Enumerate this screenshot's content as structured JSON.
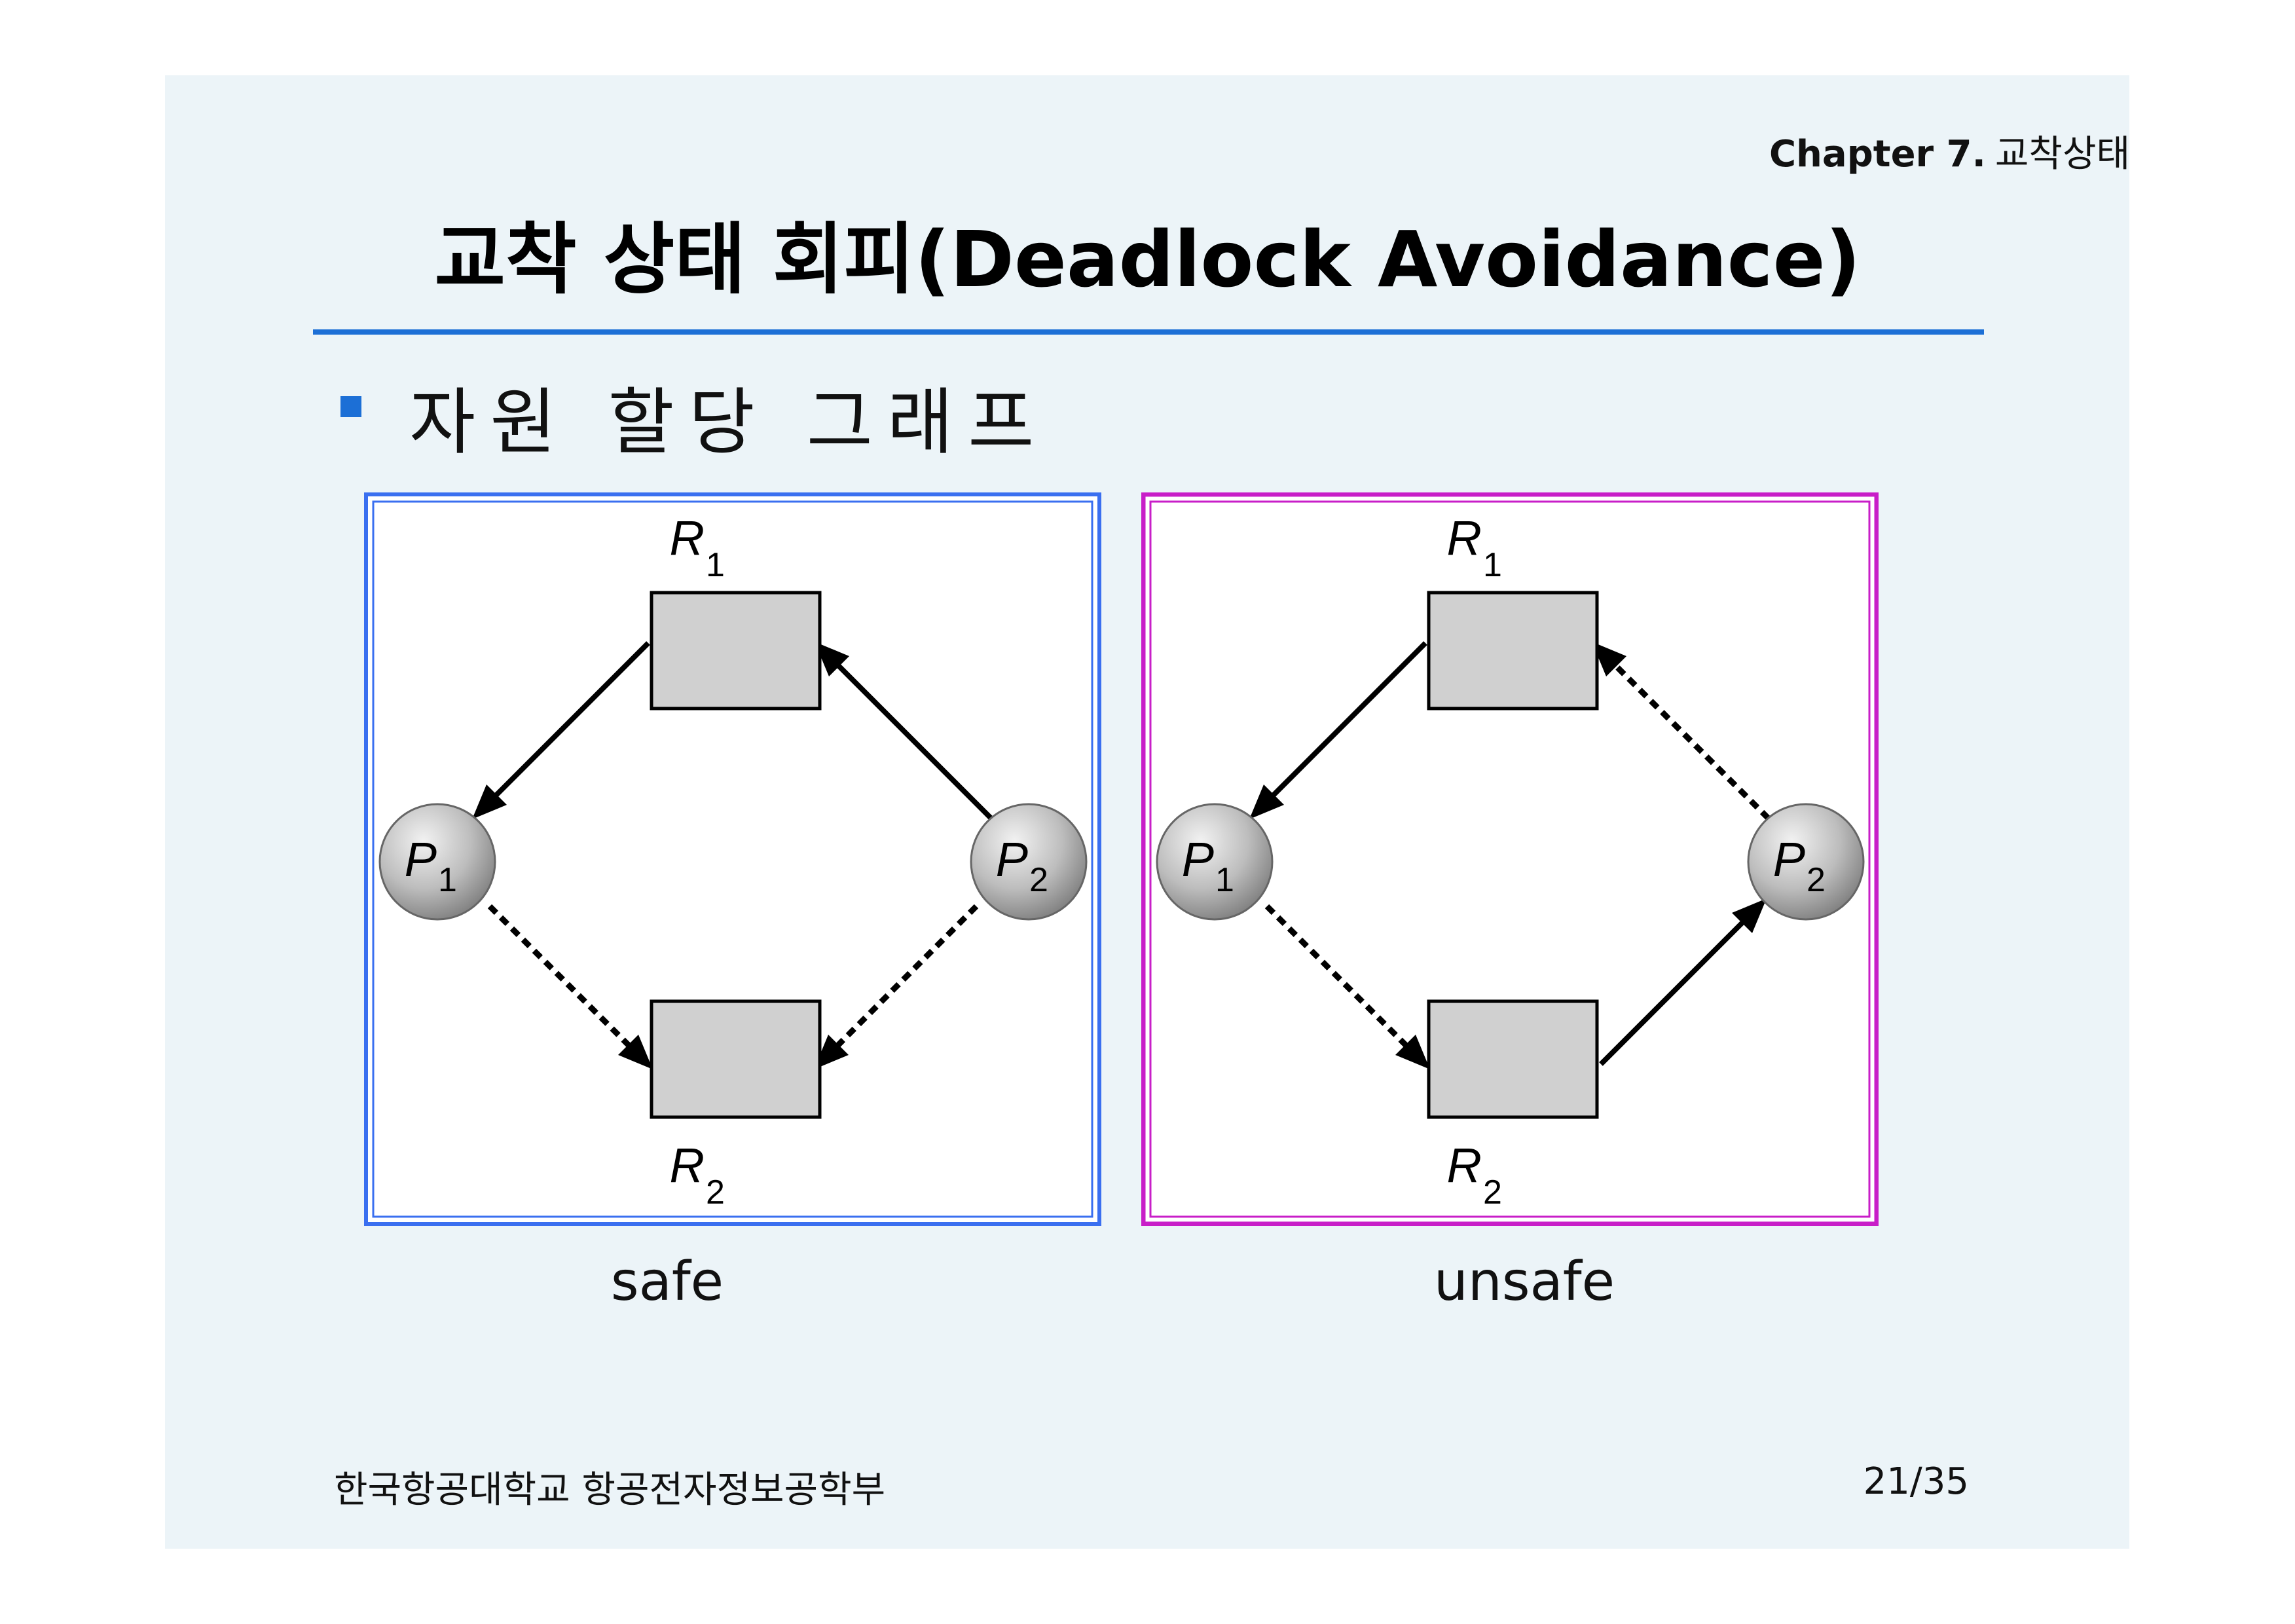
{
  "header": {
    "chapter_num": "Chapter 7.",
    "chapter_name": "교착상태"
  },
  "title": "교착 상태 회피(Deadlock Avoidance)",
  "bullet": "자원 할당 그래프",
  "diagrams": [
    {
      "caption": "safe",
      "border_color": "#3a6ff0",
      "nodes": {
        "r1": {
          "letter": "R",
          "sub": "1"
        },
        "r2": {
          "letter": "R",
          "sub": "2"
        },
        "p1": {
          "letter": "P",
          "sub": "1"
        },
        "p2": {
          "letter": "P",
          "sub": "2"
        }
      },
      "edges": [
        {
          "from": "R1",
          "to": "P1",
          "style": "solid"
        },
        {
          "from": "P2",
          "to": "R1",
          "style": "solid"
        },
        {
          "from": "P1",
          "to": "R2",
          "style": "dashed"
        },
        {
          "from": "P2",
          "to": "R2",
          "style": "dashed"
        }
      ]
    },
    {
      "caption": "unsafe",
      "border_color": "#c81ec8",
      "nodes": {
        "r1": {
          "letter": "R",
          "sub": "1"
        },
        "r2": {
          "letter": "R",
          "sub": "2"
        },
        "p1": {
          "letter": "P",
          "sub": "1"
        },
        "p2": {
          "letter": "P",
          "sub": "2"
        }
      },
      "edges": [
        {
          "from": "R1",
          "to": "P1",
          "style": "solid"
        },
        {
          "from": "P2",
          "to": "R1",
          "style": "dashed"
        },
        {
          "from": "P1",
          "to": "R2",
          "style": "dashed"
        },
        {
          "from": "R2",
          "to": "P2",
          "style": "solid"
        }
      ]
    }
  ],
  "footer": {
    "org": "한국항공대학교 항공전자정보공학부",
    "page": "21/35"
  }
}
